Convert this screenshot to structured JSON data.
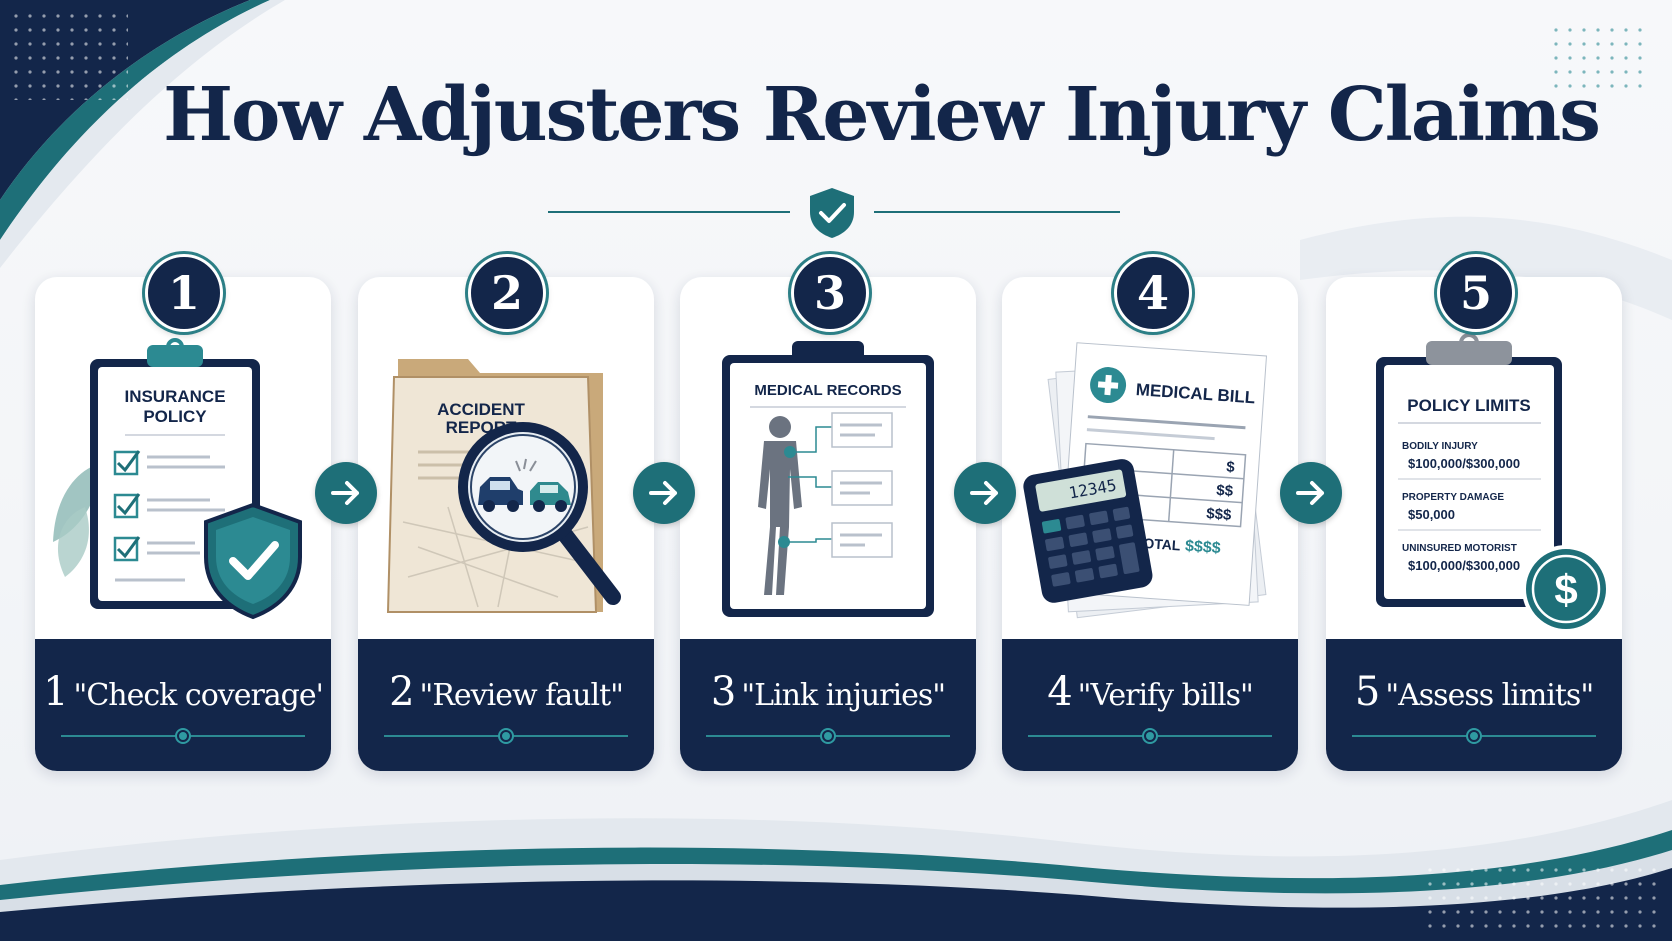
{
  "title": "How Adjusters Review Injury Claims",
  "colors": {
    "navy": "#13264a",
    "teal": "#1e6f78",
    "accent": "#2c8a92",
    "background": "#f4f6f9"
  },
  "steps": [
    {
      "number": "1",
      "caption": "\"Check coverage'",
      "doc_title_line1": "INSURANCE",
      "doc_title_line2": "POLICY",
      "icon": "shield-check-icon"
    },
    {
      "number": "2",
      "caption": "\"Review fault\"",
      "doc_title_line1": "ACCIDENT",
      "doc_title_line2": "REPORT",
      "icon": "magnifier-icon"
    },
    {
      "number": "3",
      "caption": "\"Link injuries\"",
      "doc_title_line1": "MEDICAL RECORDS",
      "icon": "human-figure-icon"
    },
    {
      "number": "4",
      "caption": "\"Verify bills\"",
      "doc_title_line1": "MEDICAL BILL",
      "calculator_display": "12345",
      "amounts": [
        "$",
        "$$",
        "$$$"
      ],
      "total_label": "TOTAL",
      "total_value": "$$$$",
      "icon": "calculator-icon"
    },
    {
      "number": "5",
      "caption": "\"Assess limits\"",
      "doc_title_line1": "POLICY LIMITS",
      "limits": [
        {
          "label": "BODILY INJURY",
          "value": "$100,000/$300,000"
        },
        {
          "label": "PROPERTY DAMAGE",
          "value": "$50,000"
        },
        {
          "label": "UNINSURED MOTORIST",
          "value": "$100,000/$300,000"
        }
      ],
      "icon": "dollar-coin-icon"
    }
  ]
}
